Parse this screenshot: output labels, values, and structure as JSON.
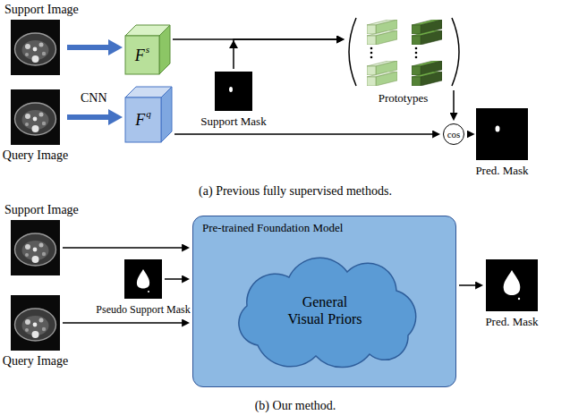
{
  "diagram": {
    "nodes": [
      {
        "text": [
          "Support Image"
        ]
      },
      {
        "text": [
          "F",
          "s"
        ]
      },
      {
        "text": [
          "Prototypes"
        ]
      },
      {
        "text": [
          "Support Mask"
        ]
      },
      {
        "text": [
          "Query Image"
        ]
      },
      {
        "text": [
          "F",
          "q"
        ]
      },
      {
        "text": [
          "cos"
        ]
      },
      {
        "text": [
          "Pred. Mask"
        ]
      },
      {
        "text": [
          "Support Image"
        ]
      },
      {
        "text": [
          "Pseudo Support Mask"
        ]
      },
      {
        "text": [
          "Query Image"
        ]
      },
      {
        "text": [
          "Pre-trained Foundation Model"
        ]
      },
      {
        "text": [
          "General Visual Priors"
        ],
        "in": 11
      },
      {
        "text": [
          "Pred. Mask"
        ]
      }
    ],
    "edges": [
      {
        "from": 0,
        "to": 1,
        "arrow": "to"
      },
      {
        "from": 4,
        "to": 5,
        "arrow": "to"
      },
      {
        "from": 1,
        "to": 2,
        "arrow": "to"
      },
      {
        "from": 3,
        "to": 2,
        "arrow": "to"
      },
      {
        "from": 2,
        "to": 6,
        "arrow": "to"
      },
      {
        "from": 5,
        "to": 6,
        "arrow": "to"
      },
      {
        "from": 6,
        "to": 7,
        "arrow": "to"
      },
      {
        "from": 8,
        "to": 11,
        "arrow": "to"
      },
      {
        "from": 9,
        "to": 11,
        "arrow": "to"
      },
      {
        "from": 10,
        "to": 11,
        "arrow": "to"
      },
      {
        "from": 11,
        "to": 13,
        "arrow": "to"
      }
    ],
    "labels": [
      "CNN",
      "(a) Previous fully supervised methods.",
      "(b) Our method."
    ]
  }
}
